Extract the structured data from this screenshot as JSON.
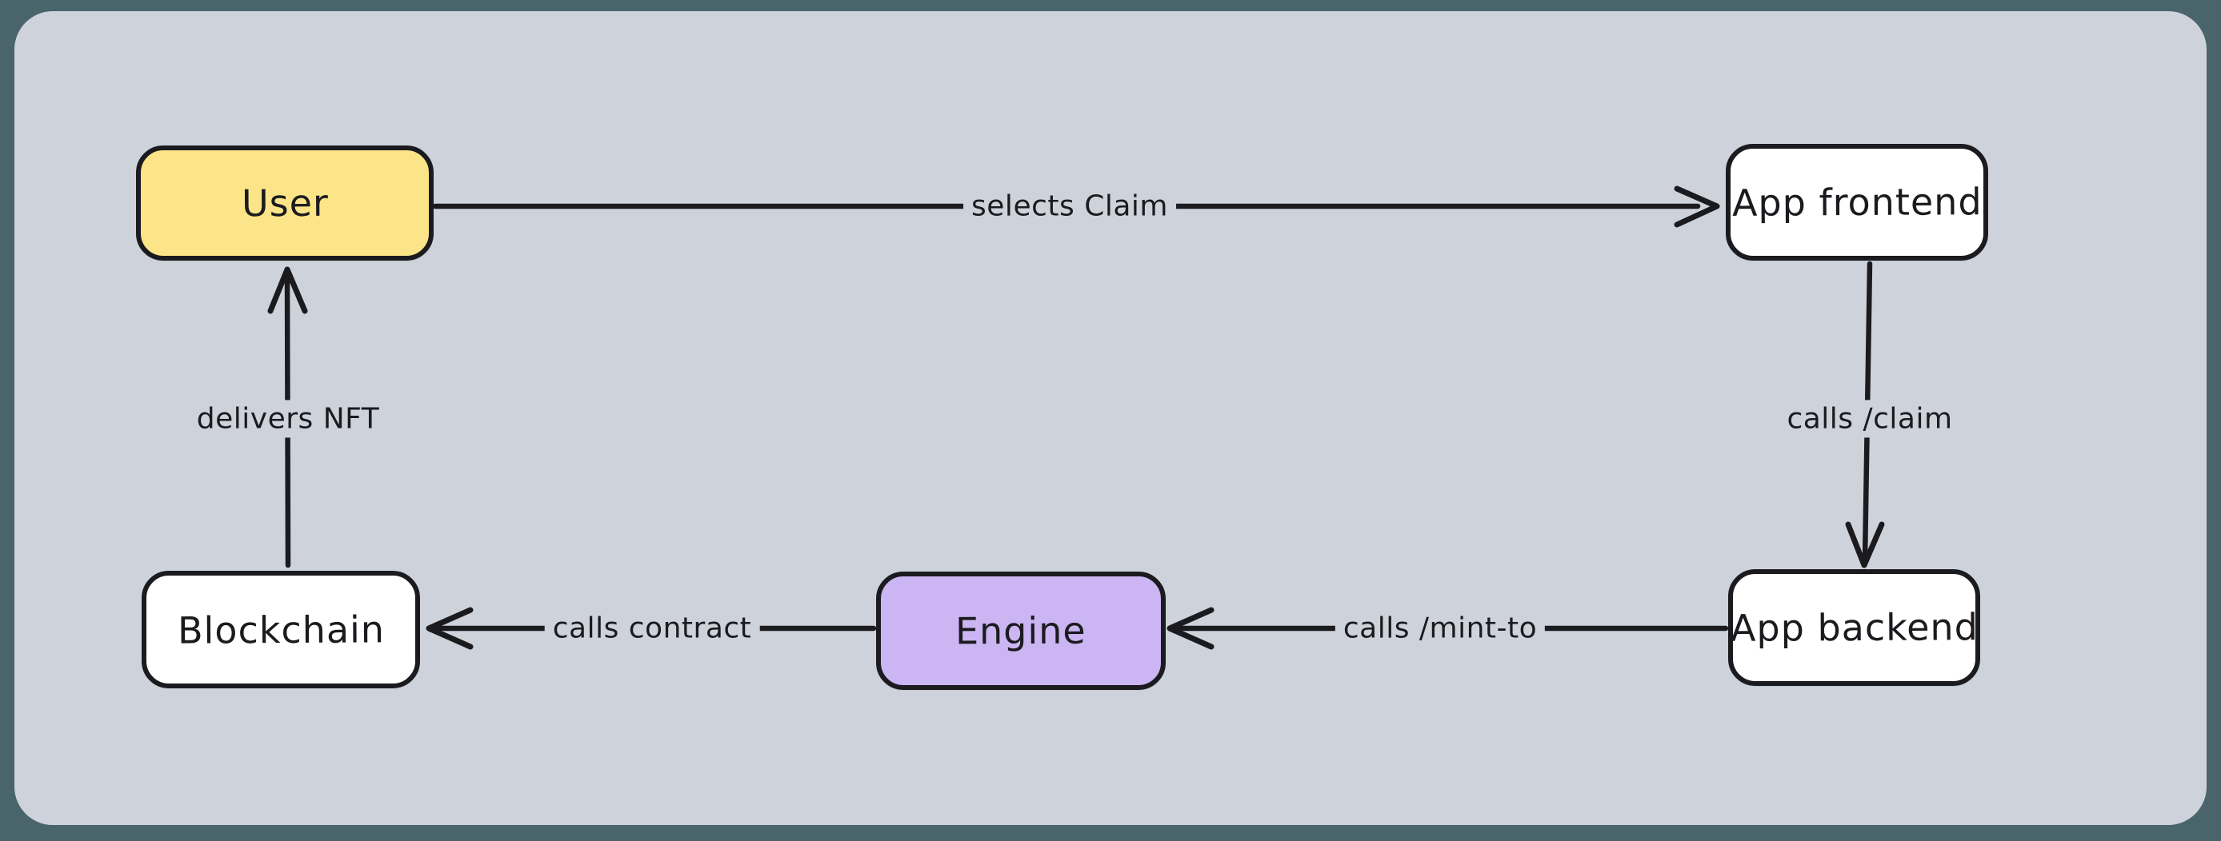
{
  "canvas": {
    "background_outer": "#4a646c",
    "background_panel": "#ced3db",
    "stroke_color": "#1b1b1f"
  },
  "nodes": [
    {
      "id": "user",
      "label": "User",
      "fill": "#fbe588"
    },
    {
      "id": "app-frontend",
      "label": "App frontend",
      "fill": "#ffffff"
    },
    {
      "id": "app-backend",
      "label": "App backend",
      "fill": "#ffffff"
    },
    {
      "id": "engine",
      "label": "Engine",
      "fill": "#cbb5f3"
    },
    {
      "id": "blockchain",
      "label": "Blockchain",
      "fill": "#ffffff"
    }
  ],
  "edges": [
    {
      "id": "user-to-frontend",
      "label": "selects Claim",
      "from": "user",
      "to": "app-frontend"
    },
    {
      "id": "frontend-to-backend",
      "label": "calls /claim",
      "from": "app-frontend",
      "to": "app-backend"
    },
    {
      "id": "backend-to-engine",
      "label": "calls /mint-to",
      "from": "app-backend",
      "to": "engine"
    },
    {
      "id": "engine-to-blockchain",
      "label": "calls contract",
      "from": "engine",
      "to": "blockchain"
    },
    {
      "id": "blockchain-to-user",
      "label": "delivers NFT",
      "from": "blockchain",
      "to": "user"
    }
  ]
}
